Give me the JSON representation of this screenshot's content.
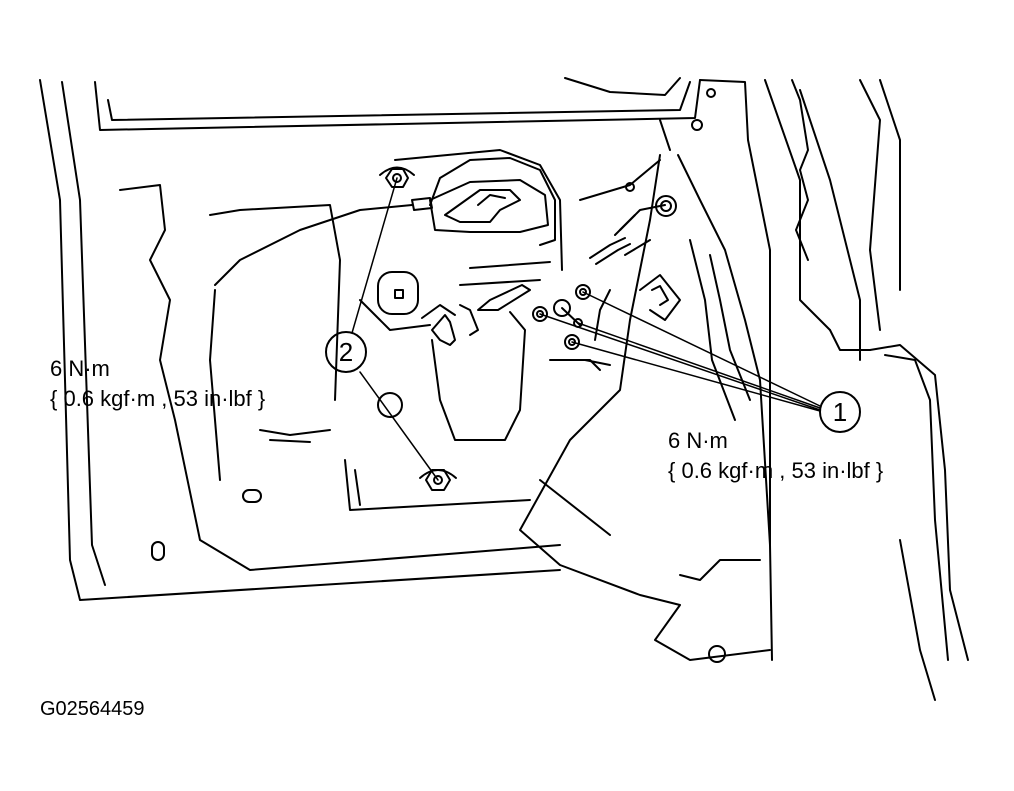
{
  "callouts": [
    {
      "number": "1"
    },
    {
      "number": "2"
    }
  ],
  "torque_left": {
    "value": "6 N·m",
    "conversion": "{ 0.6 kgf·m , 53 in·lbf }"
  },
  "torque_right": {
    "value": "6 N·m",
    "conversion": "{ 0.6 kgf·m , 53 in·lbf }"
  },
  "figure_id": "G02564459",
  "colors": {
    "line": "#000000",
    "background": "#ffffff"
  }
}
